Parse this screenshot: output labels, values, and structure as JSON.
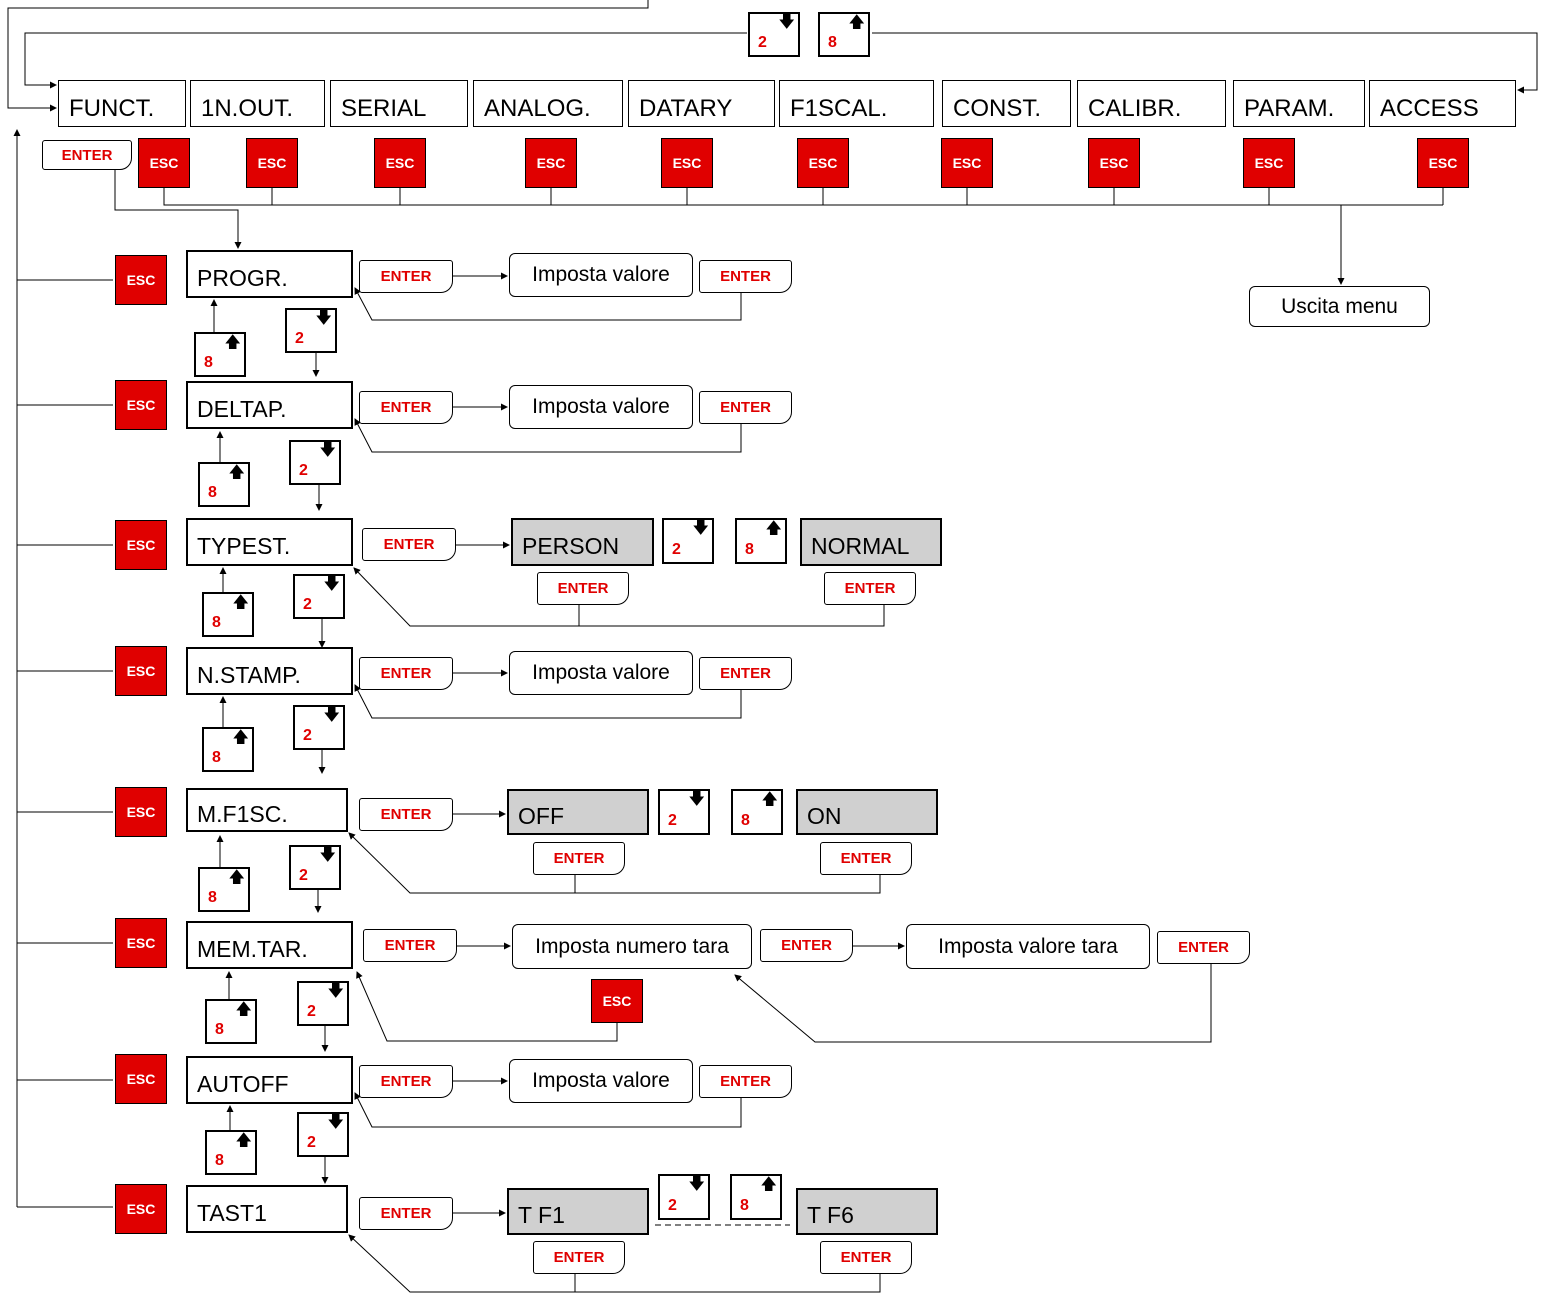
{
  "top_menu": [
    "FUNCT.",
    "1N.OUT.",
    "SERIAL",
    "ANALOG.",
    "DATARY",
    "F1SCAL.",
    "CONST.",
    "CALIBR.",
    "PARAM.",
    "ACCESS"
  ],
  "keys": {
    "enter": "ENTER",
    "esc": "ESC",
    "down": {
      "num": "2",
      "arrow": "🡇"
    },
    "up": {
      "num": "8",
      "arrow": "🡅"
    }
  },
  "exit_label": "Uscita menu",
  "params": [
    {
      "label": "PROGR.",
      "kind": "value",
      "action": "Imposta valore"
    },
    {
      "label": "DELTAP.",
      "kind": "value",
      "action": "Imposta valore"
    },
    {
      "label": "TYPEST.",
      "kind": "choice",
      "options": [
        "PERSON",
        "NORMAL"
      ]
    },
    {
      "label": "N.STAMP.",
      "kind": "value",
      "action": "Imposta valore"
    },
    {
      "label": "M.F1SC.",
      "kind": "choice",
      "options": [
        "OFF",
        "ON"
      ]
    },
    {
      "label": "MEM.TAR.",
      "kind": "tare",
      "action": "Imposta numero tara",
      "action2": "Imposta valore tara"
    },
    {
      "label": "AUTOFF",
      "kind": "value",
      "action": "Imposta valore"
    },
    {
      "label": "TAST1",
      "kind": "choice",
      "options": [
        "T F1",
        "T F6"
      ]
    }
  ]
}
